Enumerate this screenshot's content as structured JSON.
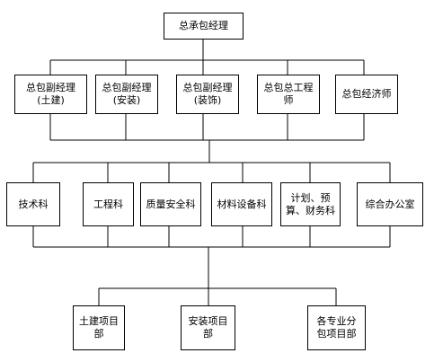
{
  "top": {
    "label": "总承包经理"
  },
  "deputies": [
    {
      "label": "总包副经理\n(土建)"
    },
    {
      "label": "总包副经理\n(安装)"
    },
    {
      "label": "总包副经理\n(装饰)"
    },
    {
      "label": "总包总工程\n师"
    },
    {
      "label": "总包经济师"
    }
  ],
  "departments": [
    {
      "label": "技术科"
    },
    {
      "label": "工程科"
    },
    {
      "label": "质量安全科"
    },
    {
      "label": "材料设备科"
    },
    {
      "label": "计划、预\n算、财务科"
    },
    {
      "label": "综合办公室"
    }
  ],
  "projects": [
    {
      "label": "土建项目\n部"
    },
    {
      "label": "安装项目\n部"
    },
    {
      "label": "各专业分\n包项目部"
    }
  ]
}
